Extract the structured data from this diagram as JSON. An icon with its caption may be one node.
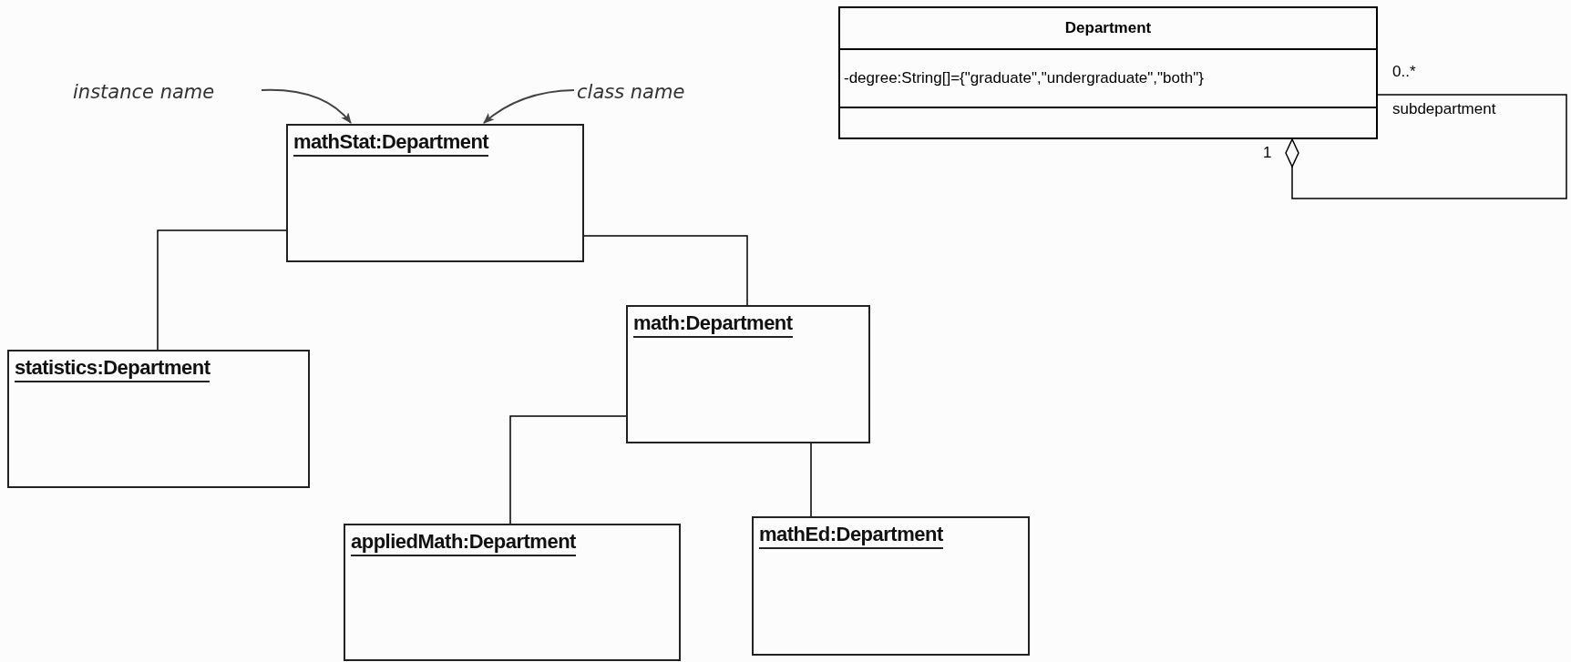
{
  "diagram": {
    "nodes": [
      {
        "text": [
          "mathStat:Department"
        ]
      },
      {
        "text": [
          "statistics:Department"
        ]
      },
      {
        "text": [
          "math:Department"
        ]
      },
      {
        "text": [
          "appliedMath:Department"
        ]
      },
      {
        "text": [
          "mathEd:Department"
        ]
      },
      {
        "text": [
          "instance name"
        ]
      },
      {
        "text": [
          "class name"
        ]
      },
      {
        "text": [
          "Department",
          "-degree:String[]={\"graduate\",\"undergraduate\",\"both\"}"
        ]
      }
    ],
    "edges": [
      {
        "from": 0,
        "to": 1,
        "arrow": "none"
      },
      {
        "from": 0,
        "to": 2,
        "arrow": "none"
      },
      {
        "from": 2,
        "to": 3,
        "arrow": "none"
      },
      {
        "from": 2,
        "to": 4,
        "arrow": "none"
      },
      {
        "from": 5,
        "to": 0,
        "arrow": "to",
        "color": "#444444"
      },
      {
        "from": 6,
        "to": 0,
        "arrow": "to",
        "color": "#444444"
      },
      {
        "from": 7,
        "to": 7,
        "arrow": "other"
      }
    ],
    "labels": [
      "0..*",
      "subdepartment",
      "1"
    ]
  }
}
